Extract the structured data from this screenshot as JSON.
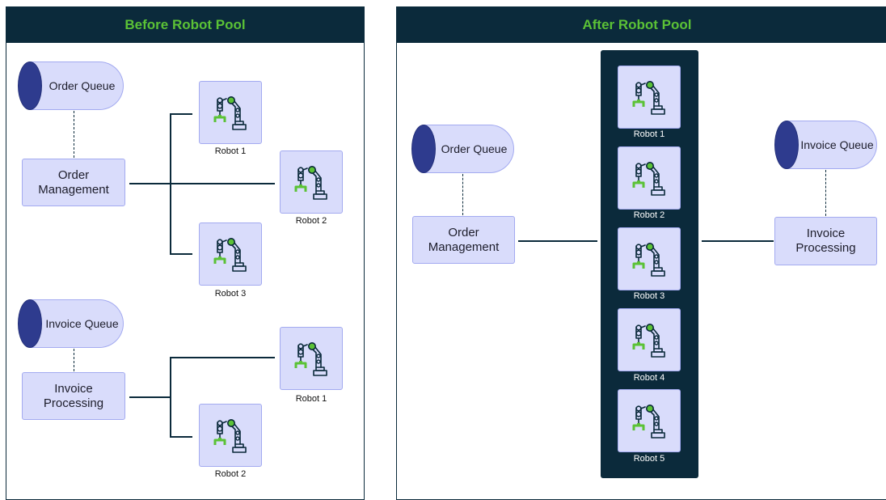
{
  "colors": {
    "header_bg": "#0b2a3b",
    "header_text": "#5bc236",
    "node_fill": "#d9dcfb",
    "node_border": "#a3aaf0",
    "queue_cap": "#2e3b8e",
    "robot_accent": "#5bc236"
  },
  "before": {
    "title": "Before Robot Pool",
    "order_queue": "Order Queue",
    "order_process": "Order Management",
    "order_robots": [
      "Robot 1",
      "Robot 2",
      "Robot 3"
    ],
    "invoice_queue": "Invoice Queue",
    "invoice_process": "Invoice Processing",
    "invoice_robots": [
      "Robot 1",
      "Robot 2"
    ]
  },
  "after": {
    "title": "After Robot Pool",
    "order_queue": "Order Queue",
    "order_process": "Order Management",
    "invoice_queue": "Invoice Queue",
    "invoice_process": "Invoice Processing",
    "pool_robots": [
      "Robot 1",
      "Robot 2",
      "Robot 3",
      "Robot 4",
      "Robot 5"
    ]
  }
}
